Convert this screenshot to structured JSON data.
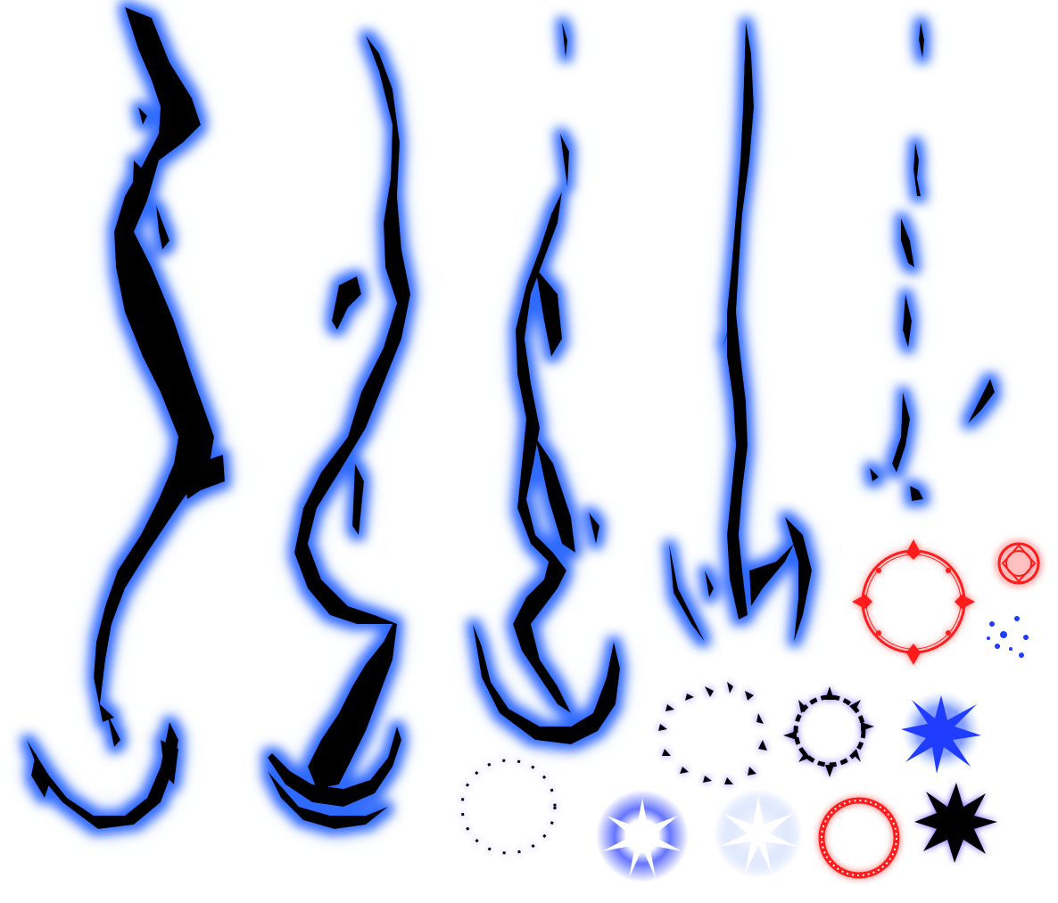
{
  "sprite_sheet": {
    "background": "#ffffff",
    "colors": {
      "ink": "#000000",
      "blue_glow": "#2f6bff",
      "light_glow": "#7fb4ff",
      "red": "#ff1a1a",
      "red_glow": "#ff6a6a",
      "purple_glow": "#6a4dff",
      "blue_burst": "#1f3cff"
    },
    "sprites": [
      {
        "id": "lightning-bolt-1",
        "kind": "lightning-bolt",
        "color": "blue_glow"
      },
      {
        "id": "lightning-bolt-2",
        "kind": "lightning-bolt",
        "color": "blue_glow"
      },
      {
        "id": "lightning-bolt-3",
        "kind": "lightning-bolt",
        "color": "blue_glow"
      },
      {
        "id": "lightning-bolt-4",
        "kind": "lightning-bolt",
        "color": "blue_glow"
      },
      {
        "id": "lightning-bolt-5",
        "kind": "lightning-bolt-fragments",
        "color": "blue_glow"
      },
      {
        "id": "red-magic-circle-large",
        "kind": "magic-circle",
        "color": "red"
      },
      {
        "id": "red-magic-circle-small",
        "kind": "magic-circle",
        "color": "red"
      },
      {
        "id": "blue-spark-dots",
        "kind": "particles",
        "color": "blue_burst"
      },
      {
        "id": "dark-spark-ring-1",
        "kind": "spark-ring",
        "color": "purple_glow"
      },
      {
        "id": "dark-spark-ring-2",
        "kind": "spark-ring",
        "color": "purple_glow"
      },
      {
        "id": "blue-starburst",
        "kind": "starburst",
        "color": "blue_burst"
      },
      {
        "id": "dotted-ring",
        "kind": "ring",
        "color": "purple_glow"
      },
      {
        "id": "white-blue-flash",
        "kind": "flash",
        "color": "blue_burst"
      },
      {
        "id": "soft-white-flash",
        "kind": "flash",
        "color": "light_glow"
      },
      {
        "id": "red-rune-ring",
        "kind": "rune-ring",
        "color": "red"
      },
      {
        "id": "black-starburst",
        "kind": "starburst",
        "color": "purple_glow"
      }
    ]
  }
}
